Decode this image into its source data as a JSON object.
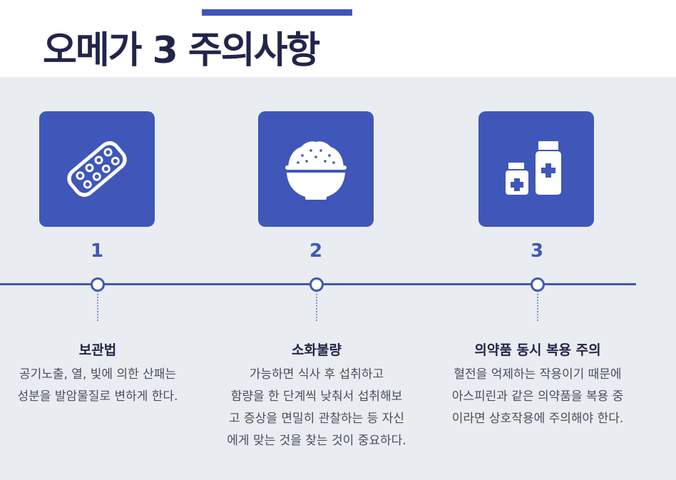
{
  "page": {
    "title": "오메가 3 주의사항",
    "accent_color": "#3f57b8",
    "title_color": "#22254a",
    "background": "#e9edf1"
  },
  "items": [
    {
      "number": "1",
      "icon": "pill-blister-icon",
      "heading": "보관법",
      "lines": [
        "공기노출, 열, 빛에 의한 산패는",
        "성분을 발암물질로 변하게 한다."
      ]
    },
    {
      "number": "2",
      "icon": "rice-bowl-icon",
      "heading": "소화불량",
      "lines": [
        "가능하면 식사 후 섭취하고",
        "함량을 한 단계씩 낮춰서 섭취해보",
        "고 증상을 면밀히 관찰하는 등 자신",
        "에게 맞는 것을 찾는 것이 중요하다."
      ]
    },
    {
      "number": "3",
      "icon": "medicine-bottles-icon",
      "heading": "의약품 동시 복용 주의",
      "lines": [
        "혈전을 억제하는 작용이기 때문에",
        "아스피린과 같은 의약품을 복용 중",
        "이라면 상호작용에 주의해야 한다."
      ]
    }
  ]
}
